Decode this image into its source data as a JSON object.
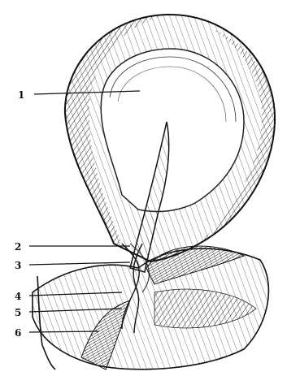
{
  "figure": {
    "labels": [
      {
        "id": "1",
        "text": "1"
      },
      {
        "id": "2",
        "text": "2"
      },
      {
        "id": "3",
        "text": "3"
      },
      {
        "id": "4",
        "text": "4"
      },
      {
        "id": "5",
        "text": "5"
      },
      {
        "id": "6",
        "text": "6"
      }
    ],
    "colors": {
      "ink": "#111111",
      "paper": "#ffffff"
    }
  }
}
